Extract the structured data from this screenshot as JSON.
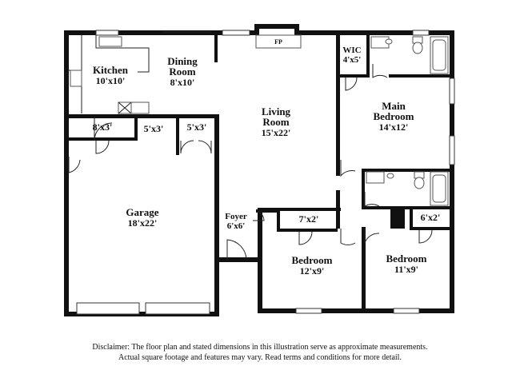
{
  "rooms": {
    "kitchen": {
      "name": "Kitchen",
      "dim": "10'x10'"
    },
    "dining": {
      "name_line1": "Dining",
      "name_line2": "Room",
      "dim": "8'x10'"
    },
    "living": {
      "name_line1": "Living",
      "name_line2": "Room",
      "dim": "15'x22'"
    },
    "wic": {
      "name": "WIC",
      "dim": "4'x5'"
    },
    "main_bedroom": {
      "name_line1": "Main",
      "name_line2": "Bedroom",
      "dim": "14'x12'"
    },
    "closet_8x3": {
      "dim": "8'x3'"
    },
    "closet_5x3_a": {
      "dim": "5'x3'"
    },
    "closet_5x3_b": {
      "dim": "5'x3'"
    },
    "garage": {
      "name": "Garage",
      "dim": "18'x22'"
    },
    "foyer": {
      "name": "Foyer",
      "dim": "6'x6'"
    },
    "closet_7x2": {
      "dim": "7'x2'"
    },
    "closet_6x2": {
      "dim": "6'x2'"
    },
    "bedroom_2": {
      "name": "Bedroom",
      "dim": "12'x9'"
    },
    "bedroom_3": {
      "name": "Bedroom",
      "dim": "11'x9'"
    }
  },
  "fireplace_label": "FP",
  "disclaimer": {
    "line1": "Disclaimer: The floor plan and stated dimensions in this illustration serve as approximate measurements.",
    "line2": "Actual square footage and features may vary. Read terms and conditions for more detail."
  }
}
